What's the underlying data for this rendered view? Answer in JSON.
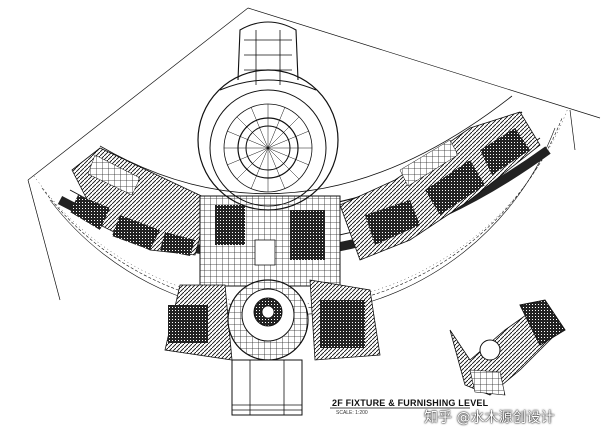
{
  "drawing": {
    "title": "2F FIXTURE & FURNISHING LEVEL",
    "scale_note": "SCALE: 1:200"
  },
  "watermark": {
    "text": "知乎 @水木源创设计"
  },
  "colors": {
    "ink": "#111111",
    "paper": "#ffffff"
  }
}
